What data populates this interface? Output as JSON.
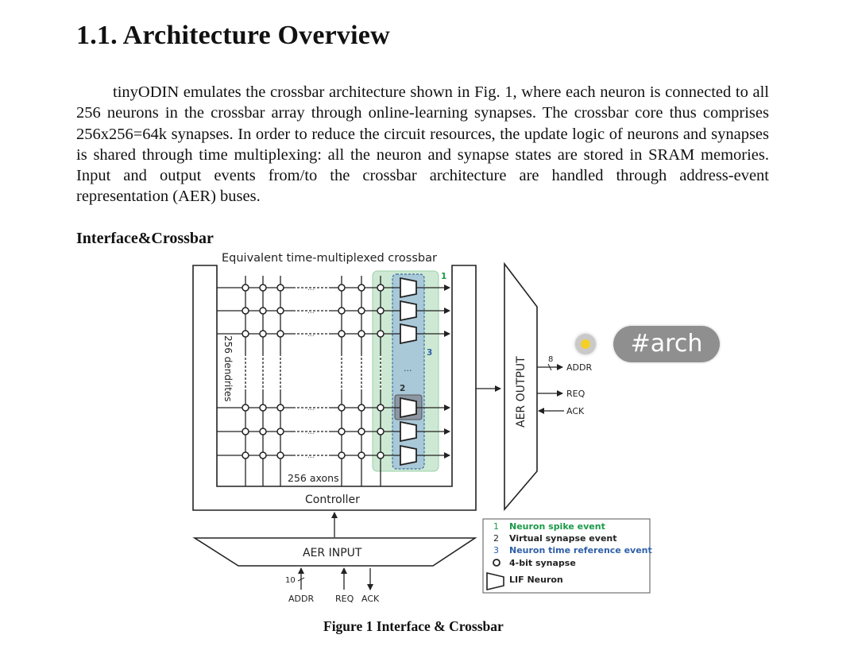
{
  "section": {
    "title": "1.1. Architecture Overview",
    "paragraph": "tinyODIN emulates the crossbar architecture shown in Fig. 1, where each neuron is connected to all 256 neurons in the crossbar array through online-learning synapses. The crossbar core thus comprises 256x256=64k synapses. In order to reduce the circuit resources, the update logic of neurons and synapses is shared through time multiplexing: all the neuron and synapse states are stored in SRAM memories. Input and output events from/to the crossbar architecture are handled through address-event representation (AER) buses.",
    "subheading": "Interface&Crossbar"
  },
  "figure": {
    "top_label": "Equivalent time-multiplexed crossbar",
    "dendrites_label": "256 dendrites",
    "axons_label": "256 axons",
    "controller_label": "Controller",
    "aer_input_label": "AER INPUT",
    "aer_output_label": "AER OUTPUT",
    "out_addr": "ADDR",
    "out_req": "REQ",
    "out_ack": "ACK",
    "out_width": "8",
    "in_width": "10",
    "in_addr": "ADDR",
    "in_req": "REQ",
    "in_ack": "ACK",
    "marker_1": "1",
    "marker_2": "2",
    "marker_3": "3",
    "ellipsis": "...",
    "colors": {
      "spike": "#1a9a48",
      "time_ref": "#2e5fa8",
      "green_fill": "#cde9d4",
      "blue_fill": "#a9c8d8"
    },
    "legend": [
      {
        "key": "1",
        "text": "Neuron spike event"
      },
      {
        "key": "2",
        "text": "Virtual synapse event"
      },
      {
        "key": "3",
        "text": "Neuron time reference event"
      },
      {
        "key": "",
        "text": "4-bit synapse"
      },
      {
        "key": "",
        "text": "LIF Neuron"
      }
    ],
    "caption": "Figure 1 Interface & Crossbar"
  },
  "overlay": {
    "tag_label": "#arch"
  }
}
